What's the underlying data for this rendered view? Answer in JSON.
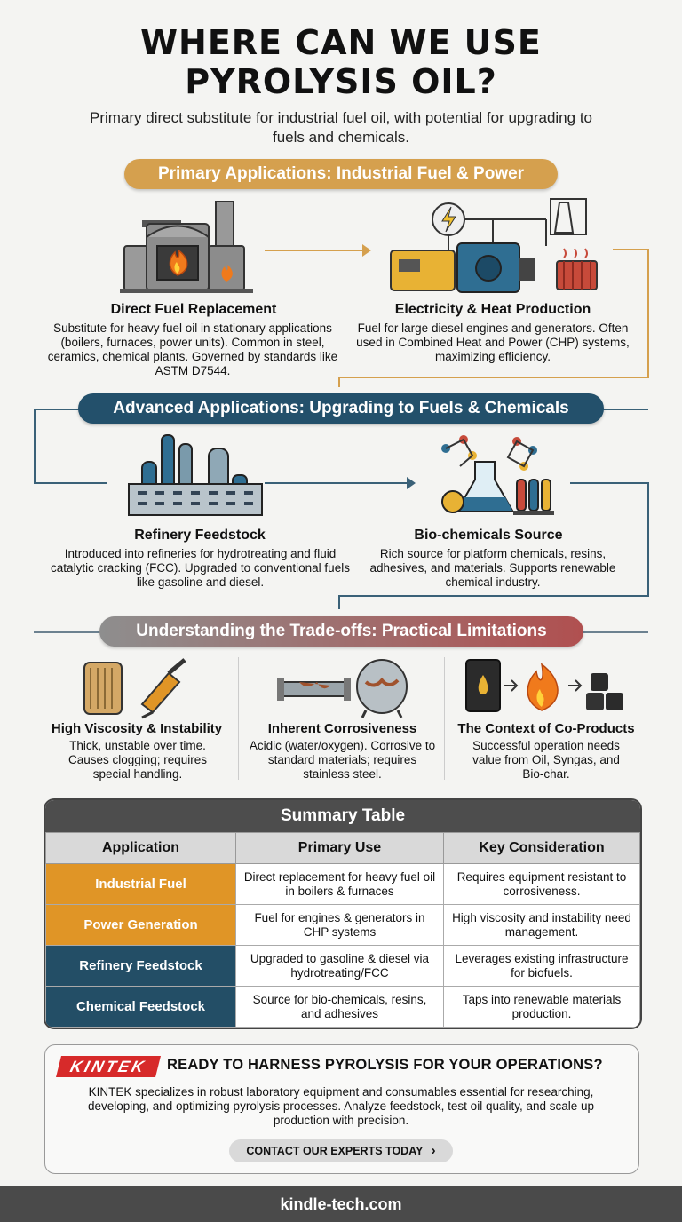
{
  "header": {
    "title_line1": "WHERE CAN WE USE",
    "title_line2": "PYROLYSIS OIL?",
    "subtitle": "Primary direct substitute for industrial fuel oil, with potential for upgrading to fuels and chemicals."
  },
  "sections": {
    "primary": "Primary Applications: Industrial Fuel & Power",
    "advanced": "Advanced Applications: Upgrading to Fuels & Chemicals",
    "tradeoffs": "Understanding the Trade-offs: Practical Limitations"
  },
  "cards": {
    "direct_fuel": {
      "title": "Direct Fuel Replacement",
      "text": "Substitute for heavy fuel oil in stationary applications (boilers, furnaces, power units). Common in steel, ceramics, chemical plants. Governed by standards like ASTM D7544."
    },
    "electricity": {
      "title": "Electricity & Heat Production",
      "text": "Fuel for large diesel engines and generators. Often used in Combined Heat and Power (CHP) systems, maximizing efficiency."
    },
    "refinery": {
      "title": "Refinery Feedstock",
      "text": "Introduced into refineries for hydrotreating and fluid catalytic cracking (FCC). Upgraded to conventional fuels like gasoline and diesel."
    },
    "biochem": {
      "title": "Bio-chemicals Source",
      "text": "Rich source for platform chemicals, resins, adhesives, and materials. Supports renewable chemical industry."
    },
    "viscosity": {
      "title": "High Viscosity & Instability",
      "text": "Thick, unstable over time. Causes clogging; requires special handling."
    },
    "corrosive": {
      "title": "Inherent Corrosiveness",
      "text": "Acidic (water/oxygen). Corrosive to standard materials; requires stainless steel."
    },
    "coproducts": {
      "title": "The Context of Co-Products",
      "text": "Successful operation needs value from Oil, Syngas, and Bio-char."
    }
  },
  "table": {
    "title": "Summary Table",
    "headers": [
      "Application",
      "Primary Use",
      "Key Consideration"
    ],
    "rows": [
      [
        "Industrial Fuel",
        "Direct replacement for heavy fuel oil in boilers & furnaces",
        "Requires equipment resistant to corrosiveness."
      ],
      [
        "Power Generation",
        "Fuel for engines & generators in CHP systems",
        "High viscosity and instability need management."
      ],
      [
        "Refinery Feedstock",
        "Upgraded to gasoline & diesel via hydrotreating/FCC",
        "Leverages existing infrastructure for biofuels."
      ],
      [
        "Chemical Feedstock",
        "Source for bio-chemicals, resins, and adhesives",
        "Taps into renewable materials production."
      ]
    ]
  },
  "cta": {
    "logo": "KINTEK",
    "title": "READY TO HARNESS PYROLYSIS FOR YOUR OPERATIONS?",
    "text": "KINTEK specializes in robust laboratory equipment and consumables essential for researching, developing, and optimizing pyrolysis processes. Analyze feedstock, test oil quality, and scale up production with precision.",
    "button": "CONTACT OUR EXPERTS TODAY",
    "button_arrow": "›"
  },
  "footer": {
    "url": "kindle-tech.com"
  },
  "colors": {
    "gold": "#d5a04e",
    "navy": "#23506b",
    "orange": "#e09526",
    "red": "#d72a2a"
  }
}
